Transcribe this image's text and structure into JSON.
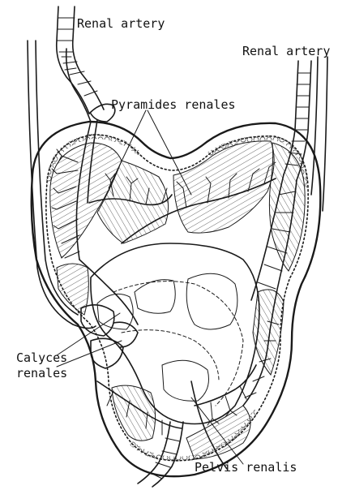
{
  "figure": {
    "labels": {
      "renal_artery_left": "Renal artery",
      "renal_artery_right": "Renal artery",
      "pyramides": "Pyramides renales",
      "calyces_line1": "Calyces",
      "calyces_line2": "renales",
      "pelvis": "Pelvis renalis"
    }
  }
}
